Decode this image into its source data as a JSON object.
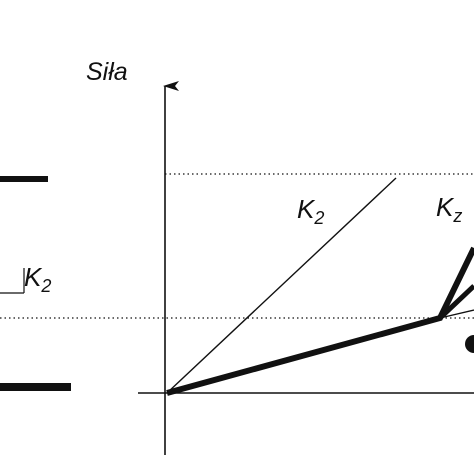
{
  "axis": {
    "y_label": "Siła"
  },
  "labels": {
    "k2_main": "K",
    "k2_main_sub": "2",
    "kz": "K",
    "kz_sub": "z",
    "k2_left": "K",
    "k2_left_sub": "2"
  },
  "colors": {
    "ink": "#111111",
    "background": "#ffffff"
  }
}
